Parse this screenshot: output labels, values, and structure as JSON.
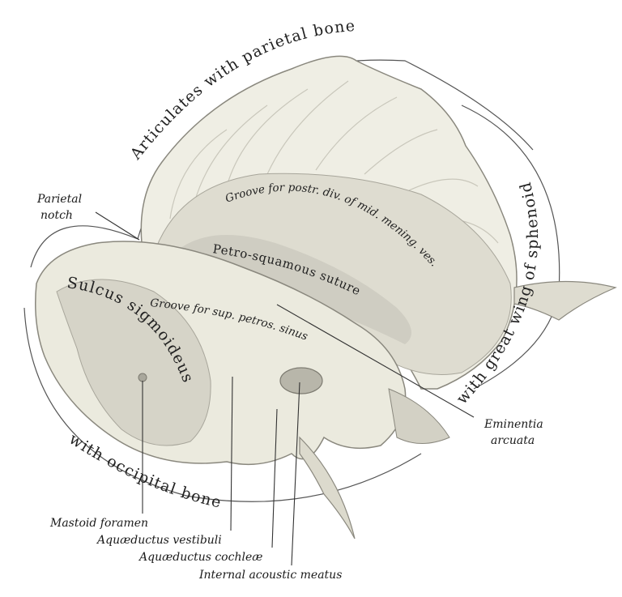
{
  "labels": {
    "parietal_articulation": "Articulates with parietal bone",
    "sphenoid_articulation": "with great wing of sphenoid",
    "occipital_articulation": "with occipital bone",
    "parietal_notch_line1": "Parietal",
    "parietal_notch_line2": "notch",
    "groove_postr": "Groove for postr. div. of mid. mening. ves.",
    "petro_squamous": "Petro-squamous suture",
    "groove_sup_petros": "Groove for sup. petros. sinus",
    "sulcus_sigmoideus": "Sulcus sigmoideus",
    "eminentia_line1": "Eminentia",
    "eminentia_line2": "arcuata",
    "mastoid_foramen": "Mastoid foramen",
    "aquaeductus_vestibuli": "Aquæductus vestibuli",
    "aquaeductus_cochleae": "Aquæductus cochleæ",
    "internal_acoustic_meatus": "Internal acoustic meatus"
  },
  "colors": {
    "bone_light": "#efeee4",
    "bone_mid": "#dedcd0",
    "groove_grey": "#cfcdc2",
    "shadow": "#bdbbb0",
    "stroke": "#8a887e"
  }
}
